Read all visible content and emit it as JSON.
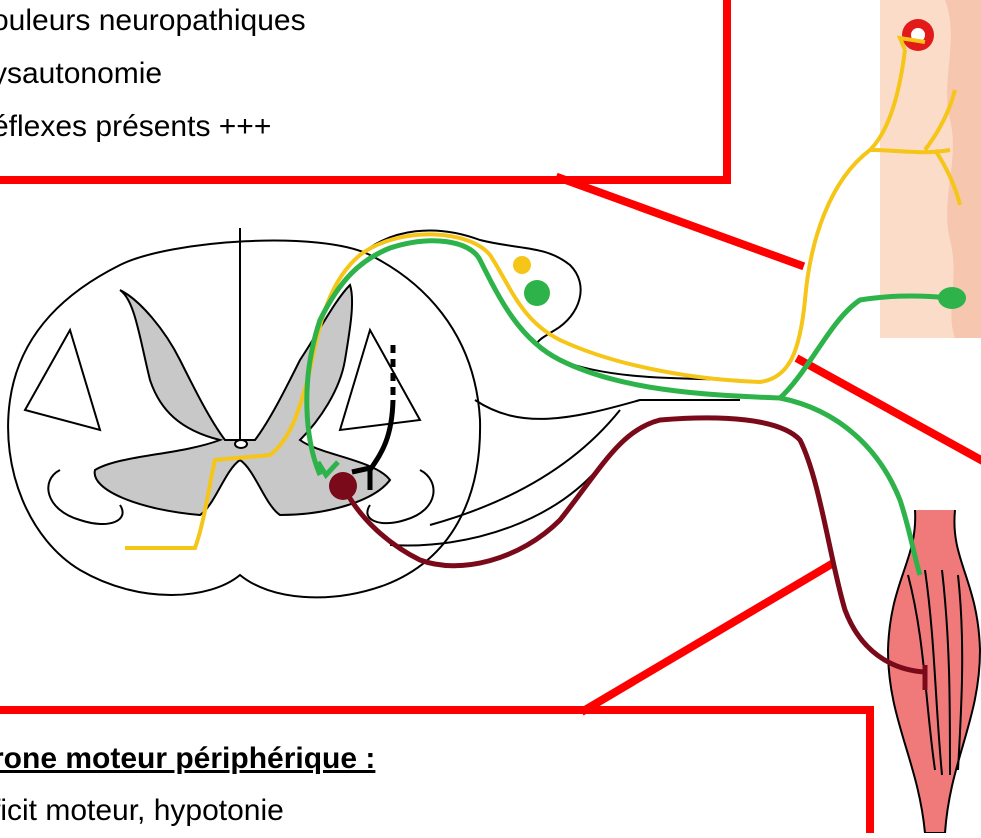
{
  "top_box": {
    "lines": [
      "ouleurs neuropathiques",
      "ysautonomie",
      "éflexes présents +++"
    ]
  },
  "bottom_box": {
    "title": "rone moteur périphérique :",
    "lines": [
      "ficit moteur, hypotonie"
    ]
  },
  "colors": {
    "frame_red": "#ff0000",
    "sensory_yellow": "#f5c518",
    "sensory_green": "#2db34a",
    "motor_darkred": "#7a0a1a",
    "grey_matter": "#c8c8c8",
    "skin": "#fbdcc8",
    "muscle": "#f07a7a"
  },
  "icons": [
    "spinal-cord-section",
    "dorsal-root-ganglion",
    "skin-patch",
    "muscle",
    "nerve-ending-icon",
    "motor-endplate-icon"
  ]
}
